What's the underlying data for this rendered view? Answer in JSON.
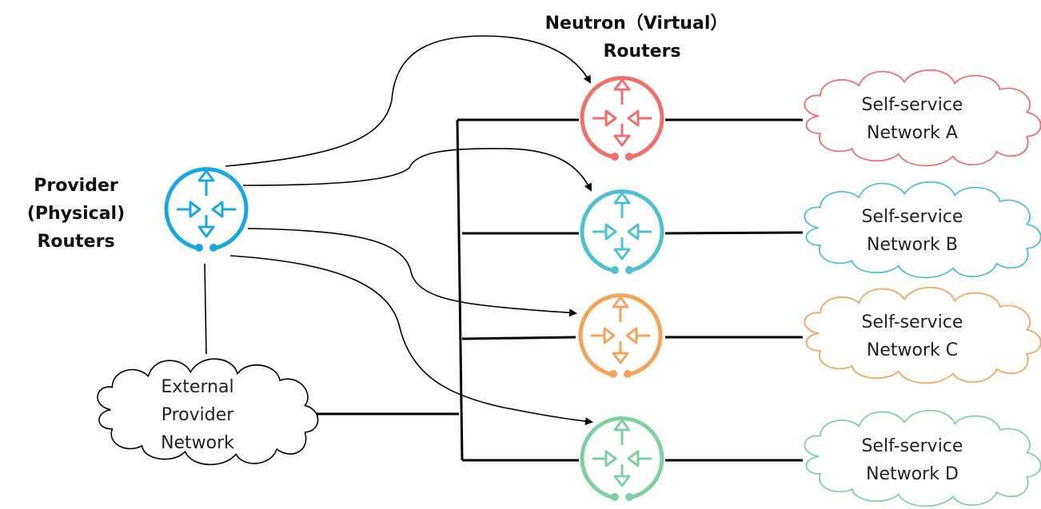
{
  "labels": {
    "neutron_line1": "Neutron（Virtual）",
    "neutron_line2": "Routers",
    "provider_line1": "Provider",
    "provider_line2": "(Physical)",
    "provider_line3": "Routers",
    "external_line1": "External",
    "external_line2": "Provider",
    "external_line3": "Network"
  },
  "routers": {
    "provider": {
      "color": "#1aa7e0",
      "icon": "router-icon"
    },
    "virtual": [
      {
        "id": "a",
        "color": "#ef6f6c",
        "icon": "router-icon"
      },
      {
        "id": "b",
        "color": "#4fc0d0",
        "icon": "router-icon"
      },
      {
        "id": "c",
        "color": "#f2a45a",
        "icon": "router-icon"
      },
      {
        "id": "d",
        "color": "#7fd0a0",
        "icon": "router-icon"
      }
    ]
  },
  "networks": [
    {
      "id": "a",
      "line1": "Self-service",
      "line2": "Network A",
      "color": "#ef6f6c",
      "icon": "cloud-icon"
    },
    {
      "id": "b",
      "line1": "Self-service",
      "line2": "Network B",
      "color": "#4fc0d0",
      "icon": "cloud-icon"
    },
    {
      "id": "c",
      "line1": "Self-service",
      "line2": "Network C",
      "color": "#f2a45a",
      "icon": "cloud-icon"
    },
    {
      "id": "d",
      "line1": "Self-service",
      "line2": "Network D",
      "color": "#7fd0a0",
      "icon": "cloud-icon"
    }
  ],
  "external_cloud": {
    "color": "#000000",
    "icon": "cloud-icon"
  }
}
